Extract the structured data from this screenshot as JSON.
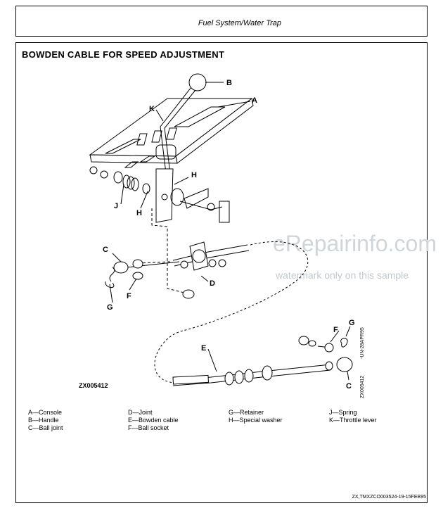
{
  "header": {
    "title": "Fuel System/Water Trap"
  },
  "section": {
    "title": "BOWDEN CABLE FOR SPEED ADJUSTMENT"
  },
  "figure": {
    "id": "ZX005412",
    "side_code_1": "ZX005412",
    "side_code_2": "-UN-28APR95",
    "callouts": {
      "A": "A",
      "B": "B",
      "C": "C",
      "D": "D",
      "E": "E",
      "F": "F",
      "G": "G",
      "H": "H",
      "J": "J",
      "K": "K"
    }
  },
  "legend": {
    "col1": [
      "A—Console",
      "B—Handle",
      "C—Ball joint"
    ],
    "col2": [
      "D—Joint",
      "E—Bowden cable",
      "F—Ball socket"
    ],
    "col3": [
      "G—Retainer",
      "H—Special washer"
    ],
    "col4": [
      "J—Spring",
      "K—Throttle lever"
    ]
  },
  "watermark": {
    "main": "eRepairinfo.com",
    "sub": "watermark only on this sample"
  },
  "footer": {
    "code": "ZX,TMXZCO003524-19-15FEB95"
  }
}
